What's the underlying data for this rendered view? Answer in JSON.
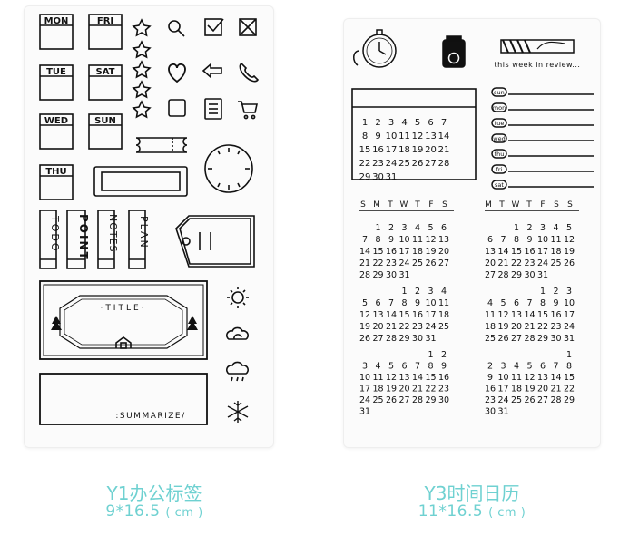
{
  "left_sheet": {
    "day_tags": [
      "MON",
      "FRI",
      "TUE",
      "SAT",
      "WED",
      "SUN",
      "THU"
    ],
    "vertical_tags": [
      "TODO",
      "POINT",
      "NOTES",
      "PLAN"
    ],
    "title_label": "·TITLE·",
    "summarize_label": ":SUMMARIZE/",
    "icons": [
      "star-icon",
      "magnifier-icon",
      "checked-box-icon",
      "crossed-box-icon",
      "heart-icon",
      "arrow-left-icon",
      "phone-icon",
      "square-icon",
      "note-icon",
      "cart-icon",
      "ticket-icon",
      "clock-icon",
      "tag-icon",
      "sun-icon",
      "cloud-icon",
      "rain-cloud-icon",
      "snowflake-icon",
      "tree-icon",
      "house-icon"
    ]
  },
  "right_sheet": {
    "banner_text": "this week in review...",
    "week_labels": [
      "sun",
      "mon",
      "tue",
      "wed",
      "thu",
      "fri",
      "sat"
    ],
    "weekday_header_left": [
      "S",
      "M",
      "T",
      "W",
      "T",
      "F",
      "S"
    ],
    "weekday_header_right": [
      "M",
      "T",
      "W",
      "T",
      "F",
      "S",
      "S"
    ],
    "calendar_rows": {
      "big": [
        [
          1,
          2,
          3,
          4,
          5,
          6,
          7
        ],
        [
          8,
          9,
          10,
          11,
          12,
          13,
          14
        ],
        [
          15,
          16,
          17,
          18,
          19,
          20,
          21
        ],
        [
          22,
          23,
          24,
          25,
          26,
          27,
          28
        ],
        [
          29,
          30,
          31
        ]
      ],
      "m1": [
        [
          1,
          2,
          3,
          4,
          5,
          6
        ],
        [
          7,
          8,
          9,
          10,
          11,
          12,
          13
        ],
        [
          14,
          15,
          16,
          17,
          18,
          19,
          20
        ],
        [
          21,
          22,
          23,
          24,
          25,
          26,
          27
        ],
        [
          28,
          29,
          30,
          31
        ]
      ],
      "m2": [
        [
          1,
          2,
          3,
          4,
          5
        ],
        [
          6,
          7,
          8,
          9,
          10,
          11,
          12
        ],
        [
          13,
          14,
          15,
          16,
          17,
          18,
          19
        ],
        [
          20,
          21,
          22,
          23,
          24,
          25,
          26
        ],
        [
          27,
          28,
          29,
          30,
          31
        ]
      ],
      "m3": [
        [
          1,
          2,
          3,
          4
        ],
        [
          5,
          6,
          7,
          8,
          9,
          10,
          11
        ],
        [
          12,
          13,
          14,
          15,
          16,
          17,
          18
        ],
        [
          19,
          20,
          21,
          22,
          23,
          24,
          25
        ],
        [
          26,
          27,
          28,
          29,
          30,
          31
        ]
      ],
      "m4": [
        [
          1,
          2,
          3
        ],
        [
          4,
          5,
          6,
          7,
          8,
          9,
          10
        ],
        [
          11,
          12,
          13,
          14,
          15,
          16,
          17
        ],
        [
          18,
          19,
          20,
          21,
          22,
          23,
          24
        ],
        [
          25,
          26,
          27,
          28,
          29,
          30,
          31
        ]
      ],
      "m5": [
        [
          1,
          2
        ],
        [
          3,
          4,
          5,
          6,
          7,
          8,
          9
        ],
        [
          10,
          11,
          12,
          13,
          14,
          15,
          16
        ],
        [
          17,
          18,
          19,
          20,
          21,
          22,
          23
        ],
        [
          24,
          25,
          26,
          27,
          28,
          29,
          30
        ],
        [
          31
        ]
      ],
      "m6": [
        [
          1
        ],
        [
          2,
          3,
          4,
          5,
          6,
          7,
          8
        ],
        [
          9,
          10,
          11,
          12,
          13,
          14,
          15
        ],
        [
          16,
          17,
          18,
          19,
          20,
          21,
          22
        ],
        [
          23,
          24,
          25,
          26,
          27,
          28,
          29
        ],
        [
          30,
          31
        ]
      ]
    }
  },
  "captions": {
    "left_title": "Y1办公标签",
    "left_size": "9*16.5",
    "right_title": "Y3时间日历",
    "right_size": "11*16.5",
    "unit": "( cm )"
  },
  "colors": {
    "caption": "#6fd1d1",
    "ink": "#111111"
  }
}
